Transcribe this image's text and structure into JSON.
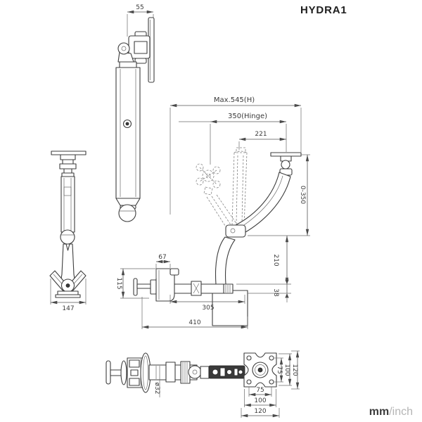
{
  "title": "HYDRA1",
  "units": {
    "primary": "mm",
    "divider": "/",
    "secondary": "inch"
  },
  "front_view": {
    "head_width": "55"
  },
  "side_view": {
    "base_width": "147"
  },
  "main_view": {
    "max_height": "Max.545(H)",
    "hinge_span": "350(Hinge)",
    "arm_length": "221",
    "lift_range": "0-350",
    "riser_height": "210",
    "base_thickness": "38",
    "clamp_depth": "67",
    "clamp_opening": "115",
    "base_arm_length": "305",
    "overall_length": "410"
  },
  "top_view": {
    "pole_diameter": "ø32",
    "vesa_vertical": [
      "75",
      "100",
      "120"
    ],
    "vesa_horizontal": [
      "75",
      "100",
      "120"
    ]
  }
}
